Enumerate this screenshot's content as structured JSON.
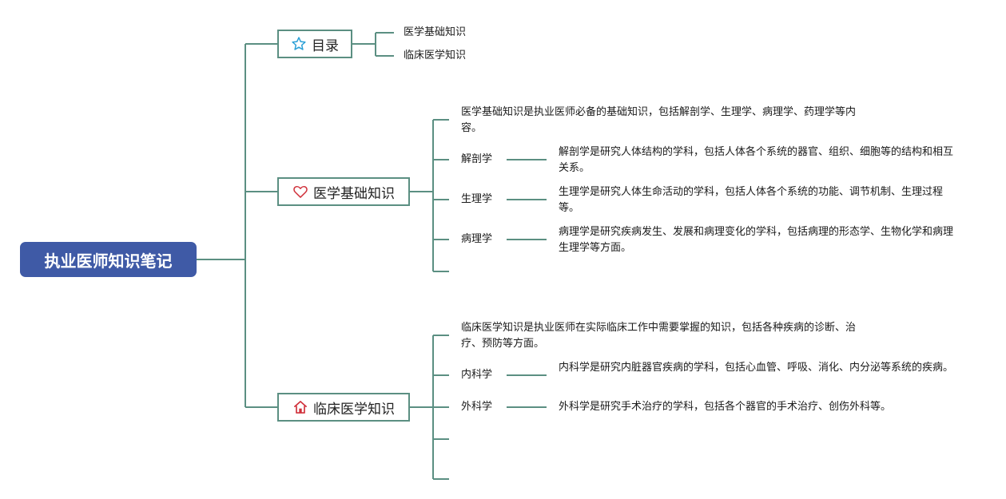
{
  "root": {
    "title": "执业医师知识笔记"
  },
  "toc": {
    "label": "目录",
    "icon": "star-icon",
    "items": [
      "医学基础知识",
      "临床医学知识"
    ]
  },
  "basic": {
    "label": "医学基础知识",
    "icon": "heart-icon",
    "intro": "医学基础知识是执业医师必备的基础知识，包括解剖学、生理学、病理学、药理学等内容。",
    "topics": [
      {
        "name": "解剖学",
        "desc": "解剖学是研究人体结构的学科，包括人体各个系统的器官、组织、细胞等的结构和相互关系。"
      },
      {
        "name": "生理学",
        "desc": "生理学是研究人体生命活动的学科，包括人体各个系统的功能、调节机制、生理过程等。"
      },
      {
        "name": "病理学",
        "desc": "病理学是研究疾病发生、发展和病理变化的学科，包括病理的形态学、生物化学和病理生理学等方面。"
      }
    ]
  },
  "clinical": {
    "label": "临床医学知识",
    "icon": "home-icon",
    "intro": "临床医学知识是执业医师在实际临床工作中需要掌握的知识，包括各种疾病的诊断、治疗、预防等方面。",
    "topics": [
      {
        "name": "内科学",
        "desc": "内科学是研究内脏器官疾病的学科，包括心血管、呼吸、消化、内分泌等系统的疾病。"
      },
      {
        "name": "外科学",
        "desc": "外科学是研究手术治疗的学科，包括各个器官的手术治疗、创伤外科等。"
      }
    ]
  },
  "colors": {
    "root": "#3f5aa6",
    "line": "#5b8f82",
    "star": "#2a9fd6",
    "heart": "#d0313b",
    "home": "#d0313b"
  }
}
